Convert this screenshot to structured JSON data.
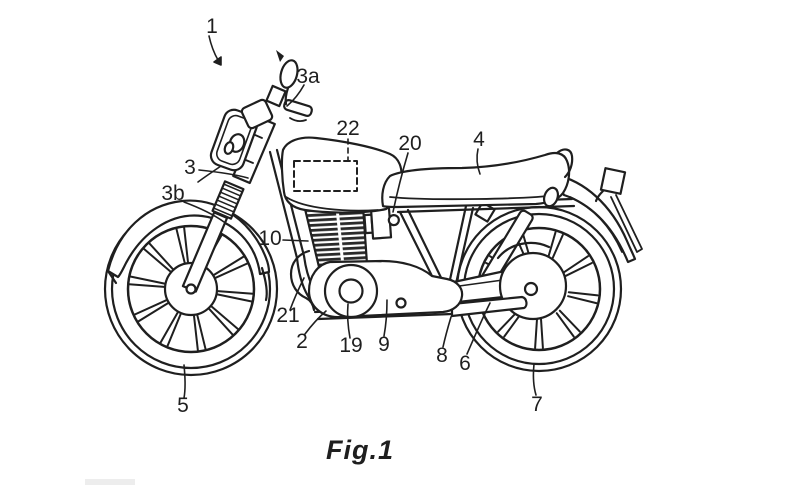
{
  "figure": {
    "caption": "Fig.1",
    "colors": {
      "background": "#ffffff",
      "line": "#1f1f1f"
    },
    "labels": {
      "l1": "1",
      "l2": "2",
      "l3": "3",
      "l3a": "3a",
      "l3b": "3b",
      "l4": "4",
      "l5": "5",
      "l6": "6",
      "l7": "7",
      "l8": "8",
      "l9": "9",
      "l10": "10",
      "l19": "19",
      "l20": "20",
      "l21": "21",
      "l22": "22"
    }
  }
}
